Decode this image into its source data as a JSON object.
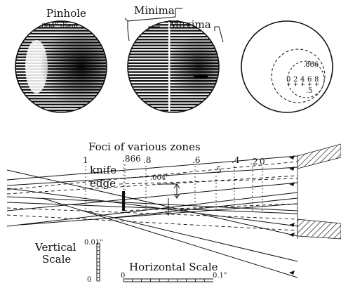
{
  "labels": {
    "pinhole": "Pinhole",
    "pinhole_diam": ".004\" diam",
    "minima": "Minima",
    "maxima": "Maxima",
    "foci": "Foci of various zones",
    "knife": "knife",
    "edge": "edge",
    "gap": ".004\"",
    "vertical": "Vertical",
    "scale": "Scale",
    "horizontal_scale": "Horizontal Scale",
    "v_top": "0.01\"",
    "v_bottom": "0",
    "h_left": "0",
    "h_right": "0.1\""
  },
  "zone_scale": {
    "top": ".866",
    "marks": [
      "0",
      "2",
      "4",
      "6",
      "8"
    ],
    "bottom": ".5"
  },
  "zone_ticks": [
    {
      "label": "1"
    },
    {
      "label": ".866"
    },
    {
      "label": ".8"
    },
    {
      "label": ".6"
    },
    {
      "label": ".5"
    },
    {
      "label": ".4"
    },
    {
      "label": ".2"
    },
    {
      "label": "0"
    }
  ]
}
